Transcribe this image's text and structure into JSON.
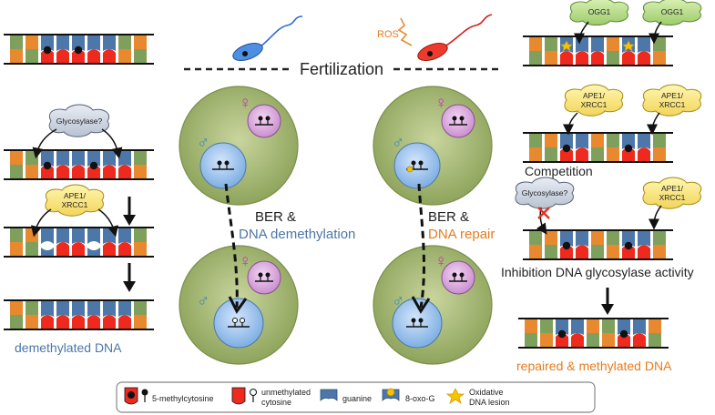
{
  "header": {
    "fertilization": "Fertilization",
    "ros": "ROS"
  },
  "enzymes": {
    "glycosylase_left": "Glycosylase?",
    "glycosylase_right": "Glycosylase?",
    "ogg1": "OGG1",
    "ape1_line1": "APE1/",
    "ape1_line2": "XRCC1"
  },
  "center": {
    "male_symbol": "♂",
    "female_symbol": "♀",
    "ber_left_line1": "BER &",
    "ber_left_line2": "DNA demethylation",
    "ber_right_line1": "BER &",
    "ber_right_line2": "DNA repair"
  },
  "captions": {
    "demethylated": "demethylated DNA",
    "competition": "Competition",
    "inhibition": "Inhibition DNA glycosylase activity",
    "repaired": "repaired & methylated DNA"
  },
  "legend": {
    "methylcytosine": "5-methylcytosine",
    "unmethylated_line1": "unmethylated",
    "unmethylated_line2": "cytosine",
    "guanine": "guanine",
    "oxo_g": "8-oxo-G",
    "lesion_line1": "Oxidative",
    "lesion_line2": "DNA lesion"
  },
  "colors": {
    "green": "#7fa05c",
    "orange": "#e8892f",
    "blue": "#4d77a8",
    "red": "#ee2a1f",
    "cell_outer": "#9aae6b",
    "nucleus_male": "#8ab4e4",
    "nucleus_female": "#d9a4db",
    "text_blue": "#4d77a8",
    "text_orange": "#e87b1c",
    "female_magenta": "#d030c0",
    "male_blue": "#3a8fb0"
  }
}
